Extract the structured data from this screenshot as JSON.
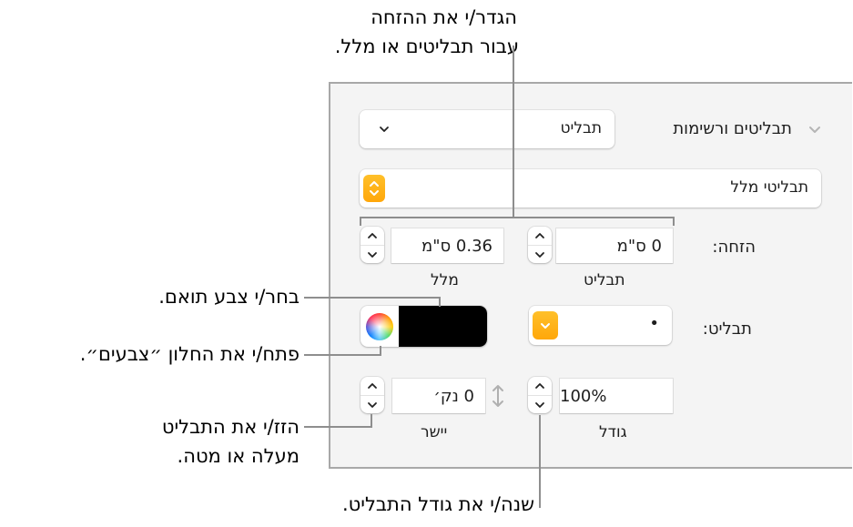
{
  "callouts": {
    "top": {
      "line1": "הגדר/י את ההזחה",
      "line2": "עבור תבליטים או מלל."
    },
    "match_color": "בחר/י צבע תואם.",
    "open_colors": "פתח/י את החלון ״צבעים״.",
    "move_bullet": {
      "line1": "הזז/י את התבליט",
      "line2": "מעלה או מטה."
    },
    "change_size": "שנה/י את גודל התבליט."
  },
  "panel": {
    "section_title": "תבליטים ורשימות",
    "section_chevron": "chevron-down-icon",
    "list_type_popup": {
      "value": "תבליט"
    },
    "list_style_popup": {
      "value": "תבליטי מלל"
    },
    "indent": {
      "label": "הזחה:",
      "bullet": {
        "value": "0 ס\"מ",
        "caption": "תבליט"
      },
      "text": {
        "value": "0.36 ס\"מ",
        "caption": "מלל"
      }
    },
    "bullet": {
      "label": "תבליט:",
      "bullet_popup": {
        "value": "•"
      },
      "color": {
        "swatch": "#000000",
        "icon": "color-wheel-icon"
      }
    },
    "size": {
      "value": "100%",
      "caption": "גודל"
    },
    "align": {
      "value": "0 נק׳",
      "caption": "יישר"
    }
  },
  "colors": {
    "panel_bg": "#f4f4f4",
    "panel_border": "#a8a8a8",
    "accent_orange": "#ffb012",
    "callout_line": "#8e8e8e"
  }
}
